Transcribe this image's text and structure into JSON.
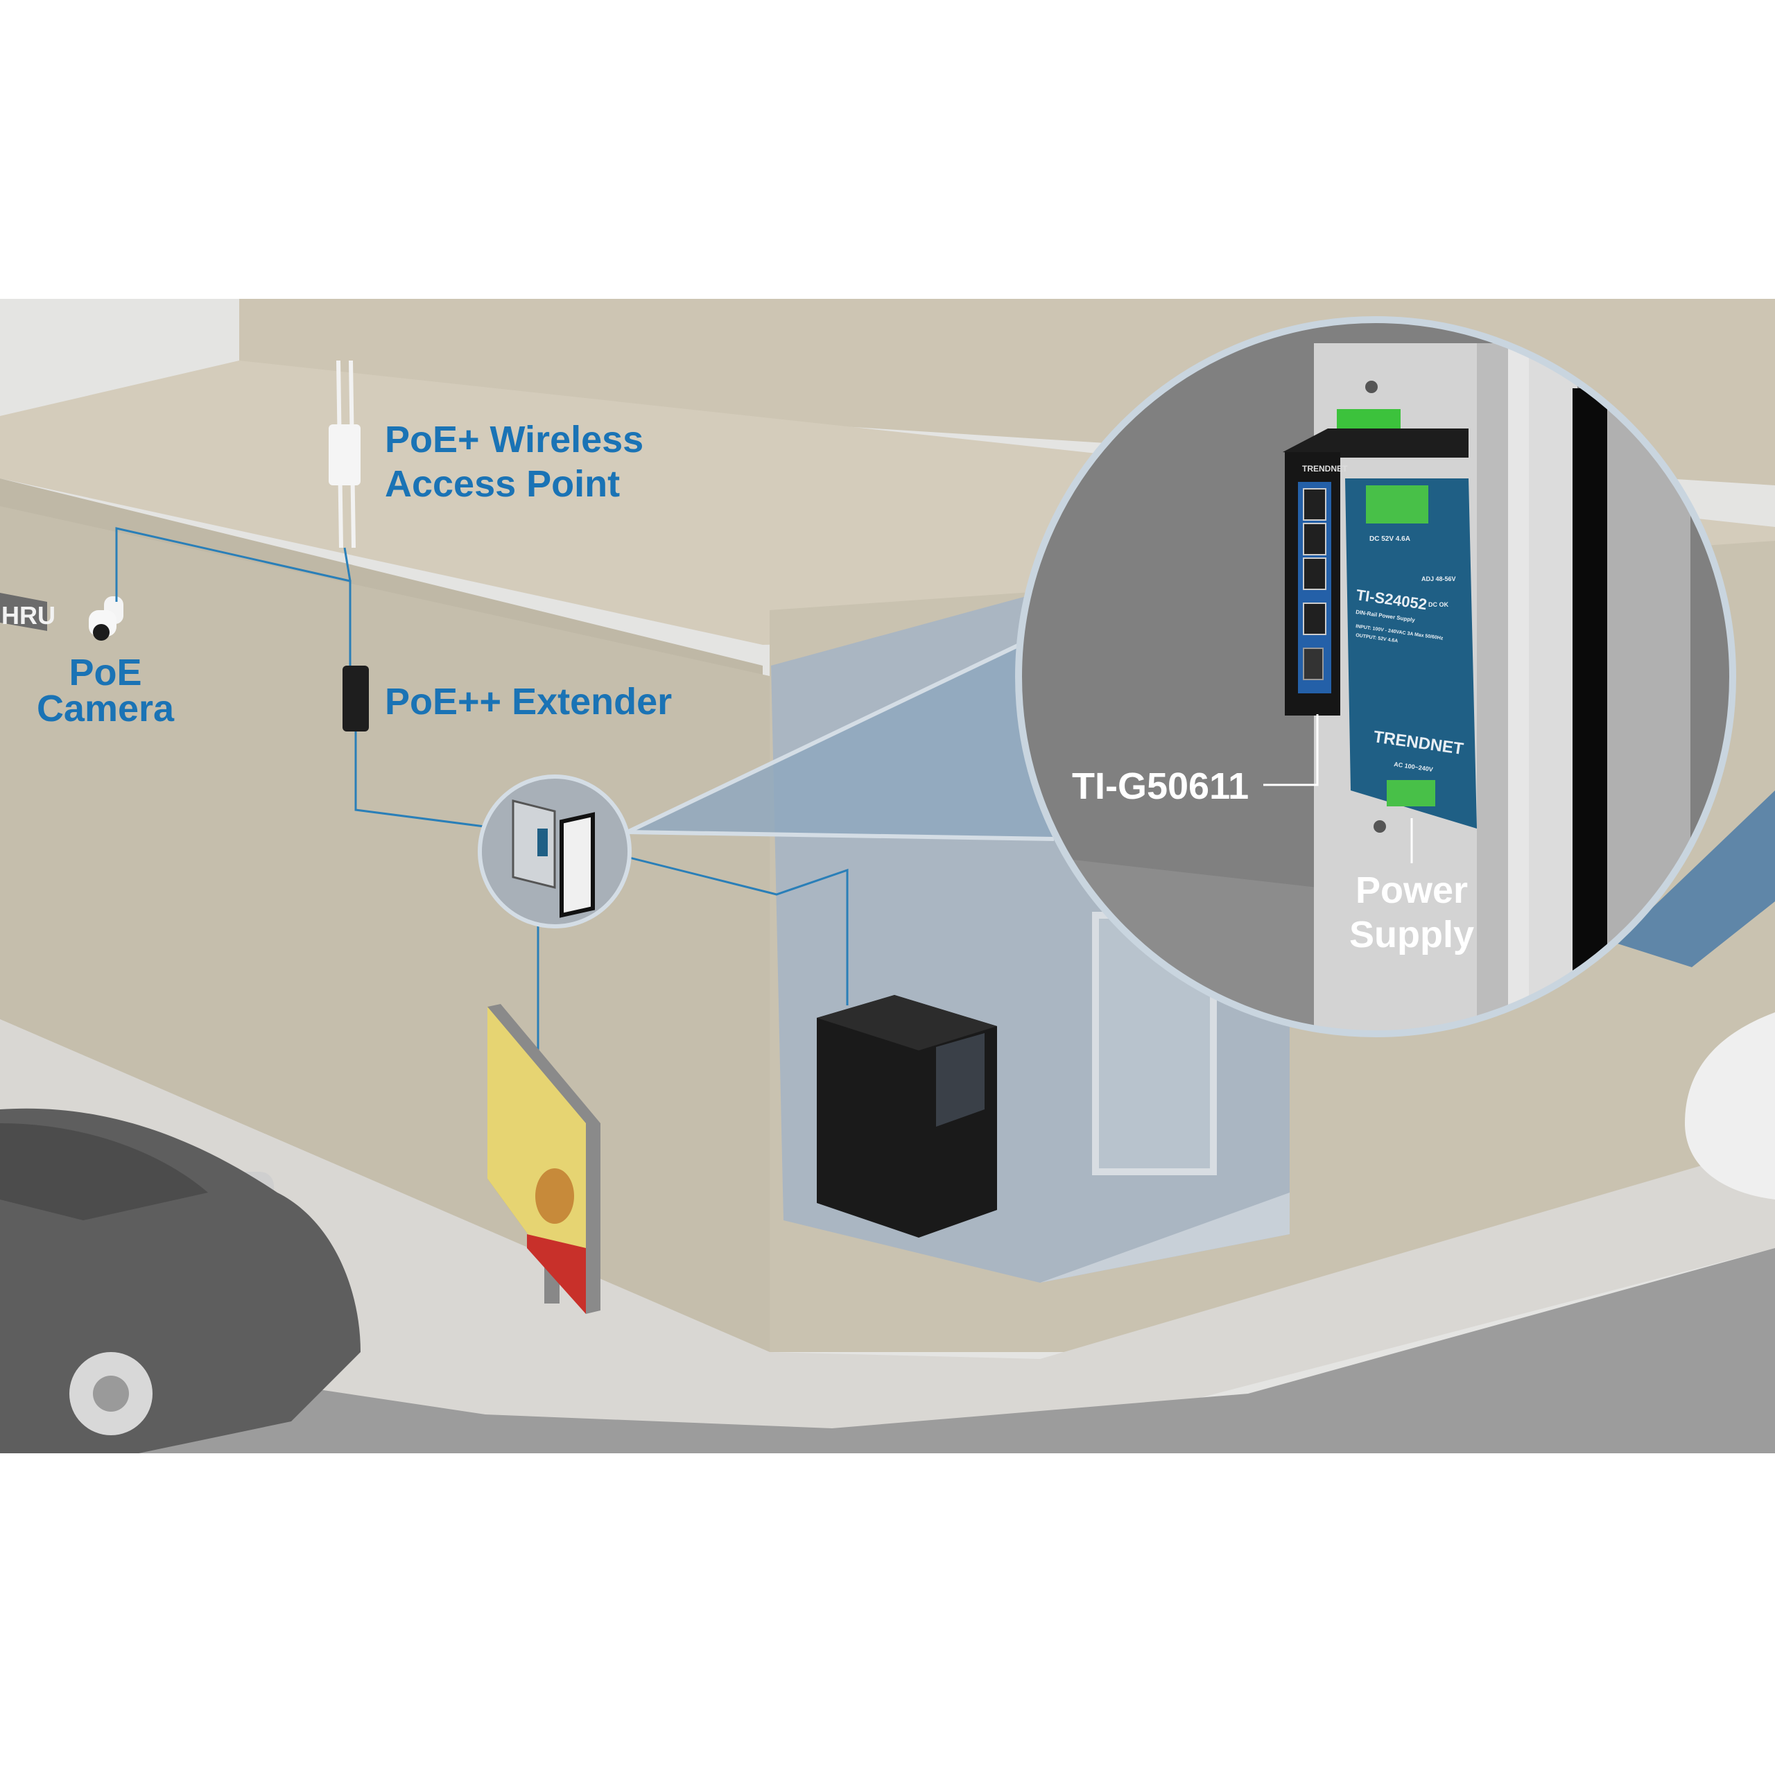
{
  "labels": {
    "access_point": [
      "PoE+ Wireless",
      "Access Point"
    ],
    "camera": [
      "PoE",
      "Camera"
    ],
    "extender": "PoE++ Extender",
    "switch": "TI-G50611",
    "power_supply": [
      "Power",
      "Supply"
    ],
    "sign": "HRU"
  },
  "device_text": {
    "switch_brand": "TRENDNET",
    "psu_model": "TI-S24052",
    "psu_subtitle": "DIN-Rail Power Supply",
    "psu_dc": "DC 52V 4.6A",
    "psu_dc_ok": "DC OK",
    "psu_adj": "ADJ 48-56V",
    "psu_input": "INPUT: 100V - 240VAC 3A Max 50/60Hz",
    "psu_output": "OUTPUT: 52V 4.6A",
    "psu_brand": "TRENDNET",
    "psu_ac": "AC 100~240V"
  },
  "colors": {
    "label_blue": "#1a73b5",
    "cable_blue": "#2a7fb8",
    "psu_blue": "#1f5f85",
    "wall": "#c4bdab",
    "zoom_ring": "#c9d5df"
  }
}
